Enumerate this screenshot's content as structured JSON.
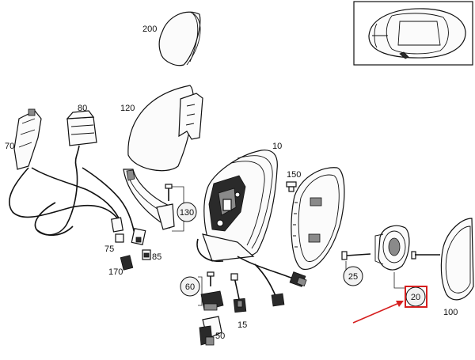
{
  "callouts": {
    "c200": "200",
    "c120": "120",
    "c10": "10",
    "c150": "150",
    "c80": "80",
    "c70": "70",
    "c130": "130",
    "c75": "75",
    "c85": "85",
    "c170": "170",
    "c60": "60",
    "c15": "15",
    "c50": "50",
    "c25": "25",
    "c20": "20",
    "c100": "100"
  },
  "colors": {
    "highlight_box": "#d61f1f",
    "arrow": "#d61f1f",
    "line_art": "#111111",
    "background": "#ffffff"
  },
  "inset": {
    "icon": "car-top-view-icon"
  }
}
